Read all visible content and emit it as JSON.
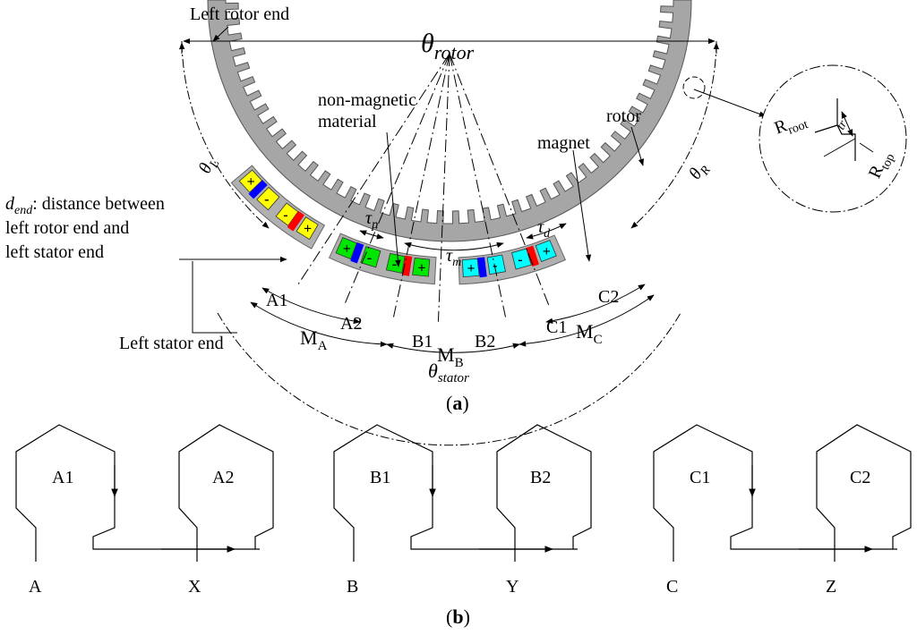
{
  "figure_a": {
    "caption": "(a)",
    "labels": {
      "left_rotor_end": "Left rotor end",
      "theta_rotor": "θ",
      "theta_rotor_sub": "rotor",
      "nonmag_line1": "non-magnetic",
      "nonmag_line2": "material",
      "rotor": "rotor",
      "magnet": "magnet",
      "theta_L": "θ",
      "theta_L_sub": "L",
      "theta_R": "θ",
      "theta_R_sub": "R",
      "dend_sym": "d",
      "dend_sub": "end",
      "dend_line1": ": distance between",
      "dend_line2": "left rotor end and",
      "dend_line3": "left stator end",
      "left_stator_end": "Left stator end",
      "tau_p": "τ",
      "tau_p_sub": "p",
      "tau_m": "τ",
      "tau_m_sub": "m",
      "tau_d": "τ",
      "tau_d_sub": "d",
      "A1": "A1",
      "A2": "A2",
      "B1": "B1",
      "B2": "B2",
      "C1": "C1",
      "C2": "C2",
      "MA": "M",
      "MA_sub": "A",
      "MB": "M",
      "MB_sub": "B",
      "MC": "M",
      "MC_sub": "C",
      "theta_stator": "θ",
      "theta_stator_sub": "stator",
      "R_root": "R",
      "R_root_sub": "root",
      "tr": "tr",
      "R_top": "R",
      "R_top_sub": "top"
    },
    "segment_signs": [
      "+",
      "-",
      "-",
      "+",
      "+",
      "-",
      "-",
      "+",
      "+",
      "-",
      "-",
      "+"
    ],
    "colors": {
      "rotor": "#a6a6a6",
      "phase_A": "#ffff00",
      "phase_B": "#00e600",
      "phase_C": "#00ffff",
      "magnet_red": "#ff0000",
      "magnet_blue": "#0000ff"
    }
  },
  "figure_b": {
    "caption": "(b)",
    "coils": [
      {
        "left": "A1",
        "right": "A2",
        "start": "A",
        "end": "X"
      },
      {
        "left": "B1",
        "right": "B2",
        "start": "B",
        "end": "Y"
      },
      {
        "left": "C1",
        "right": "C2",
        "start": "C",
        "end": "Z"
      }
    ]
  }
}
